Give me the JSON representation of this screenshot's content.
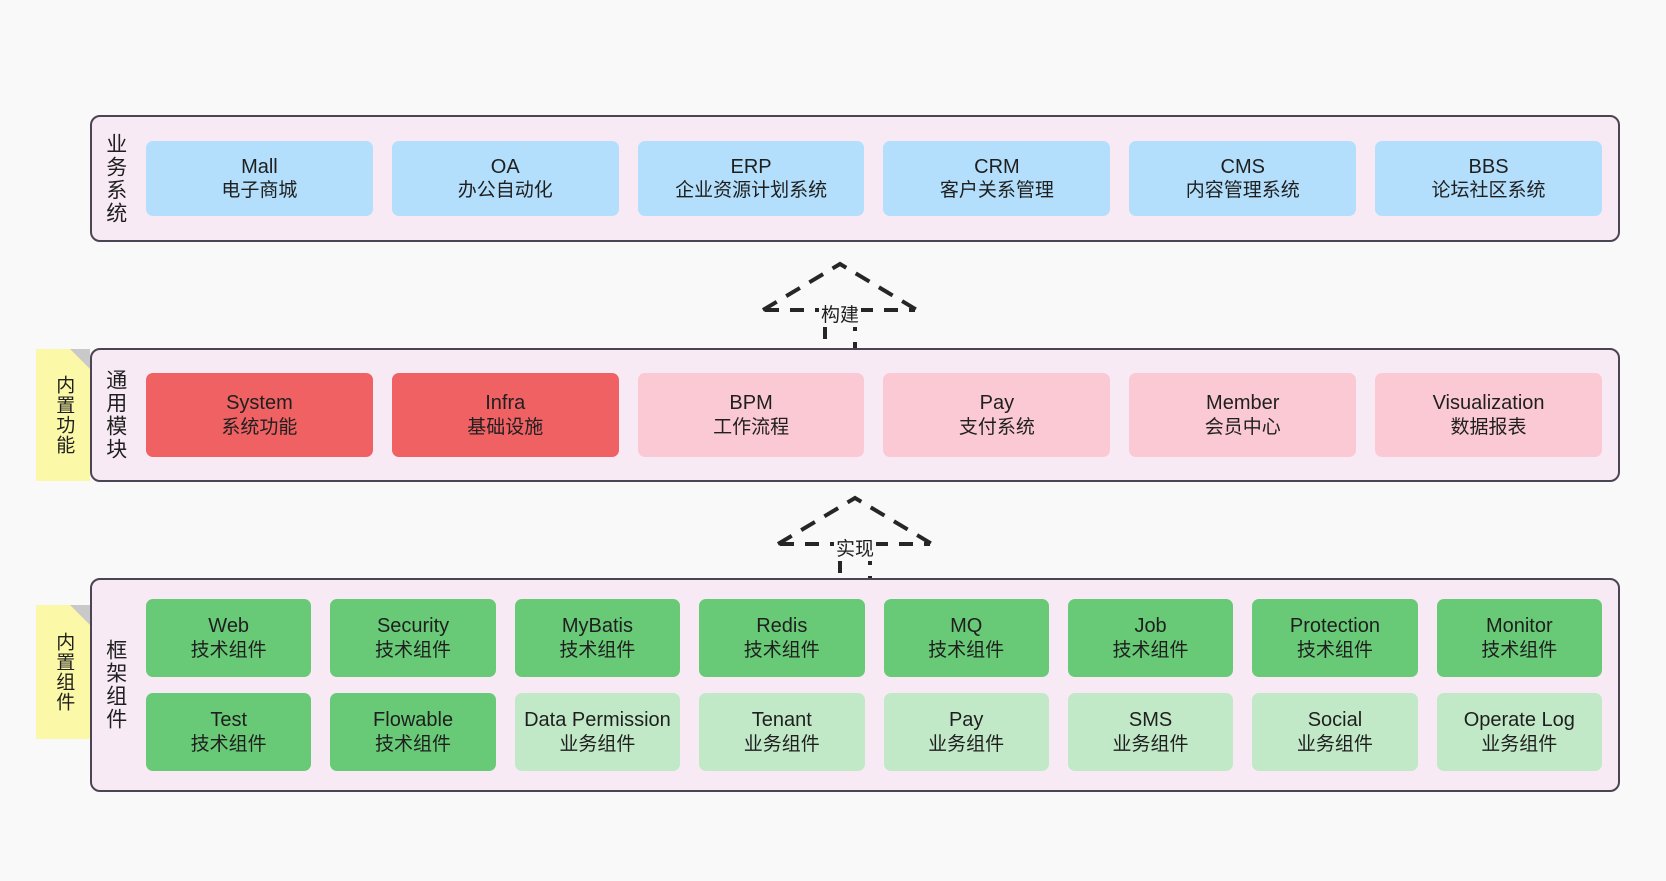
{
  "diagram": {
    "background_color": "#f9f9f9",
    "layer_fill": "#f8eaf4",
    "layer_border": "#4a4453"
  },
  "layers": [
    {
      "id": "business-system",
      "title": "业务系统",
      "rows": [
        {
          "boxes": [
            {
              "name": "Mall",
              "sub": "电子商城",
              "color": "#b3dffc",
              "style": "c-blue"
            },
            {
              "name": "OA",
              "sub": "办公自动化",
              "color": "#b3dffc",
              "style": "c-blue"
            },
            {
              "name": "ERP",
              "sub": "企业资源计划系统",
              "color": "#b3dffc",
              "style": "c-blue"
            },
            {
              "name": "CRM",
              "sub": "客户关系管理",
              "color": "#b3dffc",
              "style": "c-blue"
            },
            {
              "name": "CMS",
              "sub": "内容管理系统",
              "color": "#b3dffc",
              "style": "c-blue"
            },
            {
              "name": "BBS",
              "sub": "论坛社区系统",
              "color": "#b3dffc",
              "style": "c-blue"
            }
          ]
        }
      ]
    },
    {
      "id": "common-module",
      "title": "通用模块",
      "note": "内置功能",
      "rows": [
        {
          "boxes": [
            {
              "name": "System",
              "sub": "系统功能",
              "color": "#ef6163",
              "style": "c-red"
            },
            {
              "name": "Infra",
              "sub": "基础设施",
              "color": "#ef6163",
              "style": "c-red"
            },
            {
              "name": "BPM",
              "sub": "工作流程",
              "color": "#fbc9d4",
              "style": "c-pink"
            },
            {
              "name": "Pay",
              "sub": "支付系统",
              "color": "#fbc9d4",
              "style": "c-pink"
            },
            {
              "name": "Member",
              "sub": "会员中心",
              "color": "#fbc9d4",
              "style": "c-pink"
            },
            {
              "name": "Visualization",
              "sub": "数据报表",
              "color": "#fbc9d4",
              "style": "c-pink"
            }
          ]
        }
      ]
    },
    {
      "id": "framework-component",
      "title": "框架组件",
      "note": "内置组件",
      "rows": [
        {
          "boxes": [
            {
              "name": "Web",
              "sub": "技术组件",
              "color": "#68ca77",
              "style": "c-green"
            },
            {
              "name": "Security",
              "sub": "技术组件",
              "color": "#68ca77",
              "style": "c-green"
            },
            {
              "name": "MyBatis",
              "sub": "技术组件",
              "color": "#68ca77",
              "style": "c-green"
            },
            {
              "name": "Redis",
              "sub": "技术组件",
              "color": "#68ca77",
              "style": "c-green"
            },
            {
              "name": "MQ",
              "sub": "技术组件",
              "color": "#68ca77",
              "style": "c-green"
            },
            {
              "name": "Job",
              "sub": "技术组件",
              "color": "#68ca77",
              "style": "c-green"
            },
            {
              "name": "Protection",
              "sub": "技术组件",
              "color": "#68ca77",
              "style": "c-green"
            },
            {
              "name": "Monitor",
              "sub": "技术组件",
              "color": "#68ca77",
              "style": "c-green"
            }
          ]
        },
        {
          "boxes": [
            {
              "name": "Test",
              "sub": "技术组件",
              "color": "#68ca77",
              "style": "c-green"
            },
            {
              "name": "Flowable",
              "sub": "技术组件",
              "color": "#68ca77",
              "style": "c-green"
            },
            {
              "name": "Data Permission",
              "sub": "业务组件",
              "color": "#c2e9c7",
              "style": "c-lightgreen"
            },
            {
              "name": "Tenant",
              "sub": "业务组件",
              "color": "#c2e9c7",
              "style": "c-lightgreen"
            },
            {
              "name": "Pay",
              "sub": "业务组件",
              "color": "#c2e9c7",
              "style": "c-lightgreen"
            },
            {
              "name": "SMS",
              "sub": "业务组件",
              "color": "#c2e9c7",
              "style": "c-lightgreen"
            },
            {
              "name": "Social",
              "sub": "业务组件",
              "color": "#c2e9c7",
              "style": "c-lightgreen"
            },
            {
              "name": "Operate Log",
              "sub": "业务组件",
              "color": "#c2e9c7",
              "style": "c-lightgreen"
            }
          ]
        }
      ]
    }
  ],
  "connectors": [
    {
      "id": "build",
      "label": "构建",
      "direction": "up",
      "from": "common-module",
      "to": "business-system"
    },
    {
      "id": "implement",
      "label": "实现",
      "direction": "up",
      "from": "framework-component",
      "to": "common-module"
    }
  ]
}
